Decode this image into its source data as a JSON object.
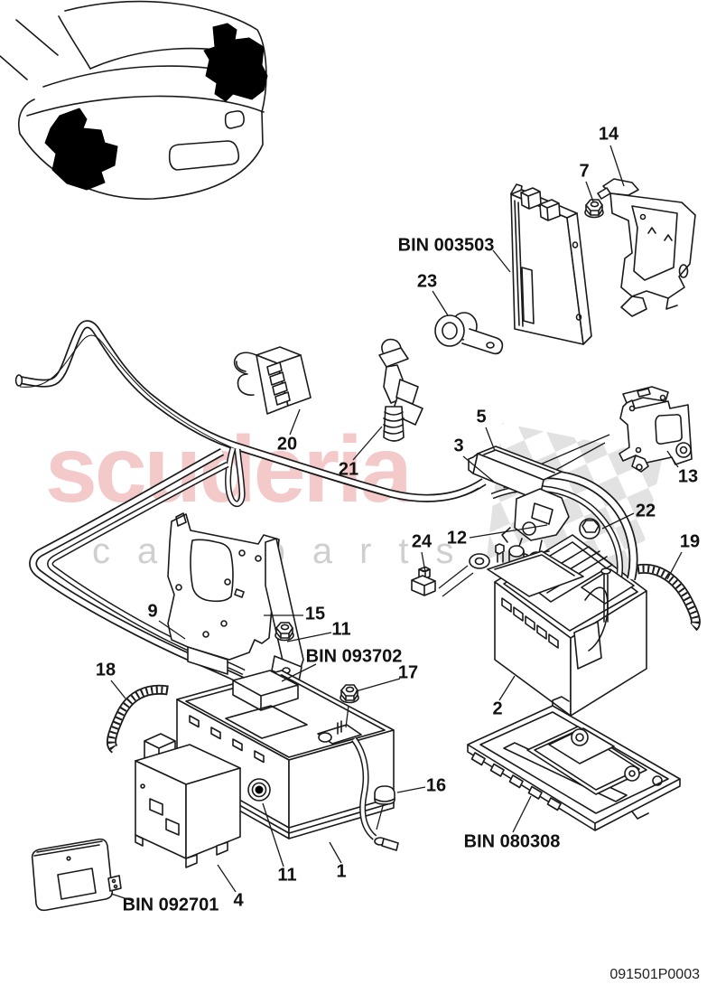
{
  "diagram": {
    "watermark": {
      "brand": "scuderia",
      "sub_letters": [
        "c",
        "a",
        "r",
        "p",
        "a",
        "r",
        "t",
        "s"
      ]
    },
    "doc_number": "091501P0003",
    "callouts": {
      "c1": "1",
      "c2": "2",
      "c3": "3",
      "c4": "4",
      "c5": "5",
      "c7": "7",
      "c9": "9",
      "c11a": "11",
      "c11b": "11",
      "c12": "12",
      "c13": "13",
      "c14": "14",
      "c15": "15",
      "c16": "16",
      "c17": "17",
      "c18": "18",
      "c19": "19",
      "c20": "20",
      "c21": "21",
      "c22": "22",
      "c23": "23",
      "c24": "24",
      "bin_ecu": "BIN 003503",
      "bin_aux_battery": "BIN 093702",
      "bin_tray": "BIN 080308",
      "bin_module": "BIN 092701"
    },
    "colors": {
      "watermark_brand": "#f3c9c9",
      "watermark_sub": "#cfcfcf",
      "checker": "#e2e2e2",
      "line_art": "#1a1a1a"
    }
  }
}
